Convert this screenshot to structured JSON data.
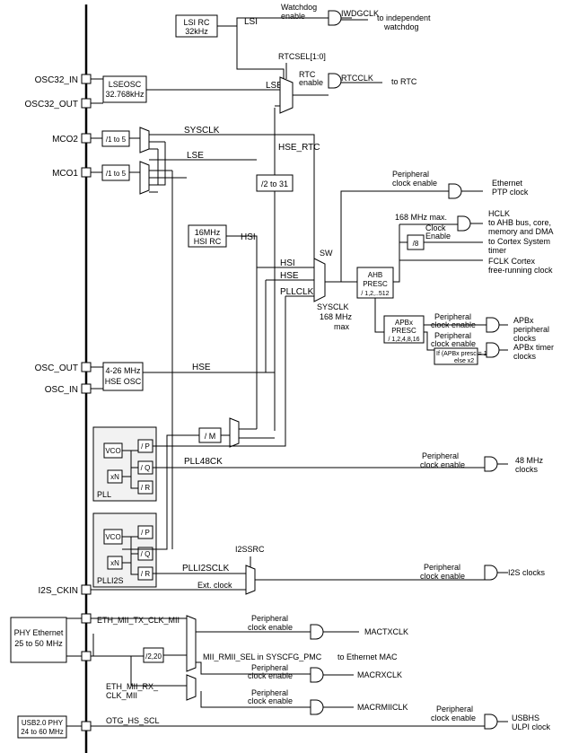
{
  "pins": {
    "osc32_in": "OSC32_IN",
    "osc32_out": "OSC32_OUT",
    "mco2": "MCO2",
    "mco1": "MCO1",
    "osc_out": "OSC_OUT",
    "osc_in": "OSC_IN",
    "i2s_ckin": "I2S_CKIN"
  },
  "blocks": {
    "lsi_rc_1": "LSI RC",
    "lsi_rc_2": "32kHz",
    "lse_osc_1": "LSEOSC",
    "lse_osc_2": "32.768kHz",
    "div_1to5": "/1 to 5",
    "div_2to31": "/2 to 31",
    "hsi_rc_1": "16MHz",
    "hsi_rc_2": "HSI RC",
    "hse_osc_1": "4-26 MHz",
    "hse_osc_2": "HSE OSC",
    "div_m": "/ M",
    "ahb_1": "AHB",
    "ahb_2": "PRESC",
    "ahb_3": "/ 1,2,..512",
    "div_8": "/8",
    "apb_1": "APBx",
    "apb_2": "PRESC",
    "apb_3": "/ 1,2,4,8,16",
    "apb_cond_1": "If (APBx presc = 1)x1",
    "apb_cond_2": "else x2",
    "pll_label": "PLL",
    "plli2s_label": "PLLI2S",
    "vco": "VCO",
    "xn": "xN",
    "div_p": "/ P",
    "div_q": "/ Q",
    "div_r": "/ R",
    "phy_eth_1": "PHY Ethernet",
    "phy_eth_2": "25 to 50 MHz",
    "div_2_20": "/2,20",
    "usb_phy_1": "USB2.0 PHY",
    "usb_phy_2": "24 to 60 MHz"
  },
  "signals": {
    "lsi": "LSI",
    "lse": "LSE",
    "lse_mco": "LSE",
    "sysclk_mco": "SYSCLK",
    "rtcsel": "RTCSEL[1:0]",
    "hse_rtc": "HSE_RTC",
    "hsi": "HSI",
    "hsi_sw": "HSI",
    "hse_sw": "HSE",
    "pllclk": "PLLCLK",
    "sw": "SW",
    "sysclk_1": "SYSCLK",
    "sysclk_2": "168 MHz",
    "sysclk_3": "max",
    "hse": "HSE",
    "pll48ck": "PLL48CK",
    "plli2sclk": "PLLI2SCLK",
    "i2ssrc": "I2SSRC",
    "ext_clock": "Ext. clock",
    "eth_tx_clk": "ETH_MII_TX_CLK_MII",
    "mii_rmii_sel": "MII_RMII_SEL in SYSCFG_PMC",
    "eth_rx_clk_1": "ETH_MII_RX_",
    "eth_rx_clk_2": "CLK_MII",
    "otg_hs_scl": "OTG_HS_SCL",
    "hclk_max": "168 MHz max.",
    "clock_enable_1": "Clock",
    "clock_enable_2": "Enable"
  },
  "enables": {
    "wdg_1": "Watchdog",
    "wdg_2": "enable",
    "rtc_1": "RTC",
    "rtc_2": "enable",
    "periph_1": "Peripheral",
    "periph_2": "clock enable"
  },
  "outputs": {
    "iwdgclk": "IWDGCLK",
    "iwdg_dest_1": "to independent",
    "iwdg_dest_2": "watchdog",
    "rtcclk": "RTCCLK",
    "rtc_dest": "to RTC",
    "eth_ptp_1": "Ethernet",
    "eth_ptp_2": "PTP clock",
    "hclk_1": "HCLK",
    "hclk_2": "to AHB bus, core,",
    "hclk_3": "memory and DMA",
    "systimer_1": "to Cortex System",
    "systimer_2": "timer",
    "fclk_1": "FCLK Cortex",
    "fclk_2": "free-running clock",
    "apb_periph_1": "APBx",
    "apb_periph_2": "peripheral",
    "apb_periph_3": "clocks",
    "apb_timer_1": "APBx timer",
    "apb_timer_2": "clocks",
    "clk48_1": "48 MHz",
    "clk48_2": "clocks",
    "i2s_clocks": "I2S clocks",
    "mactxclk": "MACTXCLK",
    "eth_mac": "to Ethernet MAC",
    "macrxclk": "MACRXCLK",
    "macrmiiclk": "MACRMIICLK",
    "usbhs_1": "USBHS",
    "usbhs_2": "ULPI clock"
  }
}
